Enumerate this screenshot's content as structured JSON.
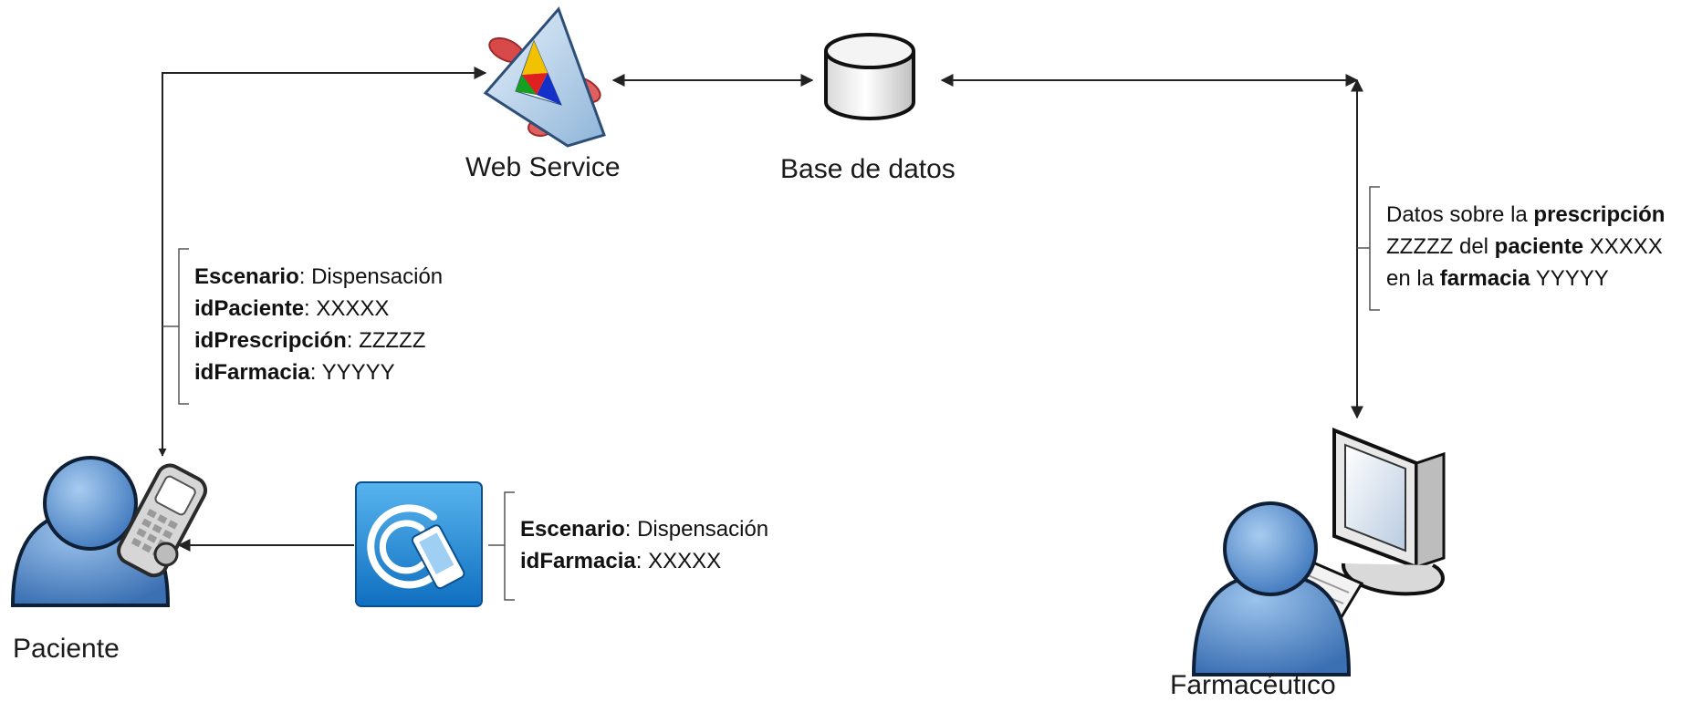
{
  "nodes": {
    "web_service": "Web Service",
    "database": "Base de datos",
    "patient": "Paciente",
    "pharmacist": "Farmacéutico"
  },
  "patient_request": {
    "scenario_key": "Escenario",
    "scenario_value": ": Dispensación",
    "patient_key": "idPaciente",
    "patient_value": ": XXXXX",
    "prescription_key": "idPrescripción",
    "prescription_value": ": ZZZZZ",
    "pharmacy_key": "idFarmacia",
    "pharmacy_value": ": YYYYY"
  },
  "nfc_tag": {
    "scenario_key": "Escenario",
    "scenario_value": ": Dispensación",
    "pharmacy_key": "idFarmacia",
    "pharmacy_value": ": XXXXX"
  },
  "pharmacist_info": {
    "l1_a": "Datos sobre la ",
    "l1_b": "prescripción",
    "l2_a": "ZZZZZ del ",
    "l2_b": "paciente",
    "l2_c": " XXXXX",
    "l3_a": "en la ",
    "l3_b": "farmacia",
    "l3_c": " YYYYY"
  },
  "icons": [
    "web-service-icon",
    "database-icon",
    "patient-phone-icon",
    "nfc-tag-icon",
    "pharmacist-computer-icon"
  ],
  "colors": {
    "person_blue": "#4f86c6",
    "nfc_blue": "#1e86d6",
    "connector": "#222222"
  }
}
